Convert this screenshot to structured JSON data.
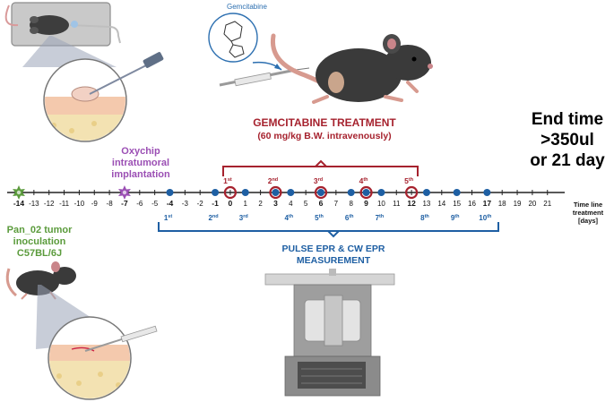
{
  "colors": {
    "red": "#a6222e",
    "purple": "#9b4fb4",
    "green": "#5b9b3c",
    "blue": "#1e5fa3",
    "black": "#111111"
  },
  "labels": {
    "gemcitabine_molecule": "Gemcitabine",
    "treatment_title": "GEMCITABINE TREATMENT",
    "treatment_dose": "(60 mg/kg B.W. intravenously)",
    "end_time_line1": "End time",
    "end_time_line2": ">350ul",
    "end_time_line3": "or 21 day",
    "oxychip_line1": "Oxychip",
    "oxychip_line2": "intratumoral",
    "oxychip_line3": "implantation",
    "tumor_line1": "Pan_02 tumor",
    "tumor_line2": "inoculation",
    "tumor_line3": "C57BL/6J",
    "epr_line1": "PULSE EPR & CW EPR",
    "epr_line2": "MEASUREMENT",
    "axis_line1": "Time line",
    "axis_line2": "treatment",
    "axis_line3": "[days]"
  },
  "timeline": {
    "ticks": [
      "-14",
      "-13",
      "-12",
      "-11",
      "-10",
      "-9",
      "-8",
      "-7",
      "-6",
      "-5",
      "-4",
      "-3",
      "-2",
      "-1",
      "0",
      "1",
      "2",
      "3",
      "4",
      "5",
      "6",
      "7",
      "8",
      "9",
      "10",
      "11",
      "12",
      "13",
      "14",
      "15",
      "16",
      "17",
      "18",
      "19",
      "20",
      "21"
    ],
    "bold_ticks": [
      "-14",
      "-7",
      "-4",
      "-1",
      "0",
      "3",
      "6",
      "9",
      "12",
      "17"
    ],
    "star_days": [
      {
        "day": -14,
        "color": "#5b9b3c"
      },
      {
        "day": -7,
        "color": "#9b4fb4"
      }
    ],
    "epr_days": [
      -4,
      -1,
      1,
      3,
      4,
      6,
      8,
      9,
      10,
      13,
      15,
      17
    ],
    "epr_ordinals": [
      {
        "day": -4,
        "num": "1",
        "suf": "st"
      },
      {
        "day": -1,
        "num": "2",
        "suf": "nd"
      },
      {
        "day": 1,
        "num": "3",
        "suf": "rd"
      },
      {
        "day": 4,
        "num": "4",
        "suf": "th"
      },
      {
        "day": 6,
        "num": "5",
        "suf": "th"
      },
      {
        "day": 8,
        "num": "6",
        "suf": "th"
      },
      {
        "day": 10,
        "num": "7",
        "suf": "th"
      },
      {
        "day": 13,
        "num": "8",
        "suf": "th"
      },
      {
        "day": 15,
        "num": "9",
        "suf": "th"
      },
      {
        "day": 17,
        "num": "10",
        "suf": "th"
      }
    ],
    "treatment_days": [
      {
        "day": 0,
        "num": "1",
        "suf": "st"
      },
      {
        "day": 3,
        "num": "2",
        "suf": "nd"
      },
      {
        "day": 6,
        "num": "3",
        "suf": "rd"
      },
      {
        "day": 9,
        "num": "4",
        "suf": "th"
      },
      {
        "day": 12,
        "num": "5",
        "suf": "th"
      }
    ]
  },
  "icons": [
    "mouse-top-view-icon",
    "tissue-injection-icon",
    "molecule-icon",
    "syringe-icon",
    "running-mouse-icon",
    "walking-mouse-icon",
    "epr-spectrometer-icon",
    "star-marker-icon"
  ]
}
